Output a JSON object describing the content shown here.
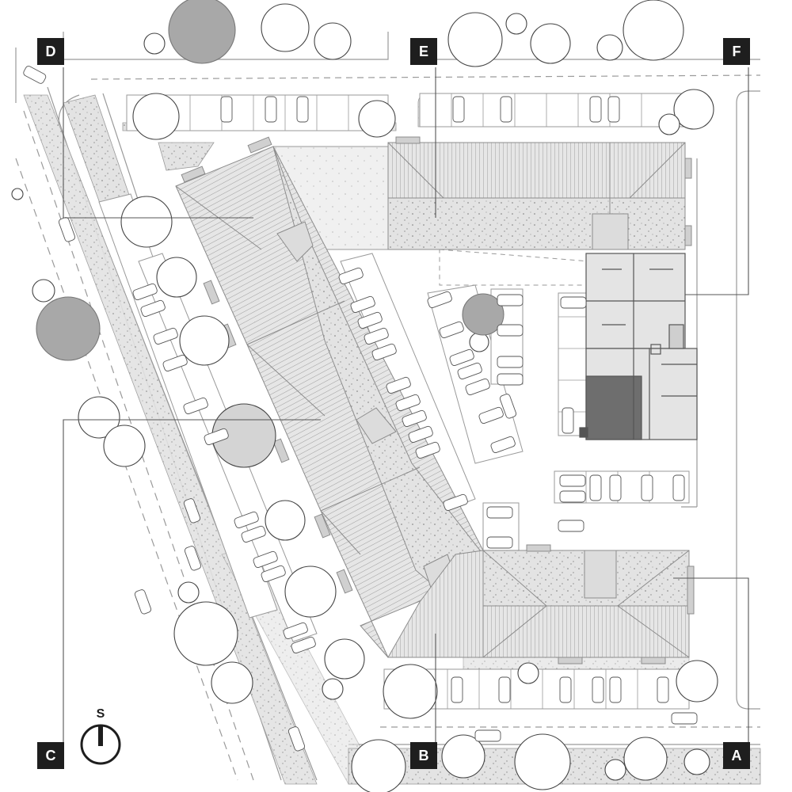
{
  "section_markers": [
    {
      "id": "marker-a",
      "label": "A"
    },
    {
      "id": "marker-b",
      "label": "B"
    },
    {
      "id": "marker-c",
      "label": "C"
    },
    {
      "id": "marker-d",
      "label": "D"
    },
    {
      "id": "marker-e",
      "label": "E"
    },
    {
      "id": "marker-f",
      "label": "F"
    }
  ],
  "compass": {
    "label": "S"
  },
  "colors": {
    "roof_fill": "#dcdcdc",
    "roof_stroke": "#8c8c8c",
    "line": "#9a9a9a",
    "marker_bg": "#1e1e1e",
    "highlight_unit": "#6e6e6e",
    "tree_canopy_dark": "#a8a8a8",
    "leader_line": "#555555"
  },
  "icons": [
    "tree-icon",
    "car-icon",
    "compass-icon"
  ]
}
